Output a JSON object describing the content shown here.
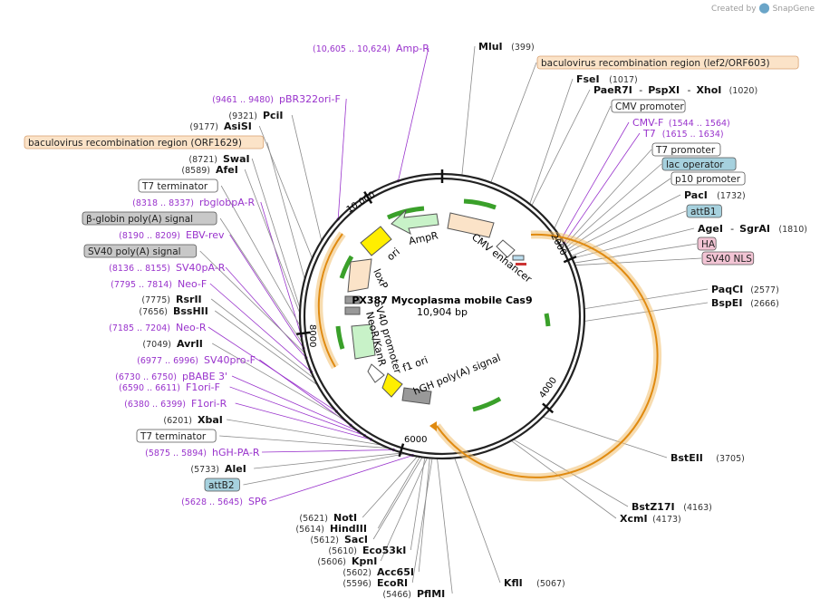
{
  "brand": {
    "prefix": "Created by",
    "name": "SnapGene"
  },
  "plasmid": {
    "name": "PX387 Mycoplasma mobile Cas9",
    "length": "10,904 bp"
  },
  "ticks": [
    "2000",
    "4000",
    "6000",
    "8000",
    "10,000"
  ],
  "features": [
    {
      "label": "CMV enhancer"
    },
    {
      "label": "AmpR"
    },
    {
      "label": "ori"
    },
    {
      "label": "loxP"
    },
    {
      "label": "SV40 promoter"
    },
    {
      "label": "NeoR/KanR"
    },
    {
      "label": "f1 ori"
    },
    {
      "label": "hGH poly(A) signal"
    }
  ],
  "annotations": [
    {
      "name": "MluI",
      "pos": "(399)"
    },
    {
      "name": "baculovirus recombination region (lef2/ORF603)"
    },
    {
      "name": "FseI",
      "pos": "(1017)"
    },
    {
      "name": "PaeR7I",
      "extra": [
        "PspXI",
        "XhoI"
      ],
      "pos": "(1020)"
    },
    {
      "name": "CMV promoter"
    },
    {
      "name": "CMV-F",
      "pos": "(1544 .. 1564)"
    },
    {
      "name": "T7",
      "pos": "(1615 .. 1634)"
    },
    {
      "name": "T7 promoter"
    },
    {
      "name": "lac operator"
    },
    {
      "name": "p10 promoter"
    },
    {
      "name": "PacI",
      "pos": "(1732)"
    },
    {
      "name": "attB1"
    },
    {
      "name": "AgeI",
      "extra": [
        "SgrAI"
      ],
      "pos": "(1810)"
    },
    {
      "name": "HA"
    },
    {
      "name": "SV40 NLS"
    },
    {
      "name": "PaqCI",
      "pos": "(2577)"
    },
    {
      "name": "BspEI",
      "pos": "(2666)"
    },
    {
      "name": "BstEII",
      "pos": "(3705)"
    },
    {
      "name": "BstZ17I",
      "pos": "(4163)"
    },
    {
      "name": "XcmI",
      "pos": "(4173)"
    },
    {
      "name": "KflI",
      "pos": "(5067)"
    },
    {
      "name": "PflMI",
      "pos": "(5466)"
    },
    {
      "name": "EcoRI",
      "pos": "(5596)"
    },
    {
      "name": "Acc65I",
      "pos": "(5602)"
    },
    {
      "name": "KpnI",
      "pos": "(5606)"
    },
    {
      "name": "Eco53kI",
      "pos": "(5610)"
    },
    {
      "name": "SacI",
      "pos": "(5612)"
    },
    {
      "name": "HindIII",
      "pos": "(5614)"
    },
    {
      "name": "NotI",
      "pos": "(5621)"
    },
    {
      "name": "SP6",
      "pos": "(5628 .. 5645)"
    },
    {
      "name": "attB2"
    },
    {
      "name": "AleI",
      "pos": "(5733)"
    },
    {
      "name": "hGH-PA-R",
      "pos": "(5875 .. 5894)"
    },
    {
      "name": "T7 terminator"
    },
    {
      "name": "XbaI",
      "pos": "(6201)"
    },
    {
      "name": "F1ori-R",
      "pos": "(6380 .. 6399)"
    },
    {
      "name": "F1ori-F",
      "pos": "(6590 .. 6611)"
    },
    {
      "name": "pBABE 3'",
      "pos": "(6730 .. 6750)"
    },
    {
      "name": "SV40pro-F",
      "pos": "(6977 .. 6996)"
    },
    {
      "name": "AvrII",
      "pos": "(7049)"
    },
    {
      "name": "Neo-R",
      "pos": "(7185 .. 7204)"
    },
    {
      "name": "BssHII",
      "pos": "(7656)"
    },
    {
      "name": "RsrII",
      "pos": "(7775)"
    },
    {
      "name": "Neo-F",
      "pos": "(7795 .. 7814)"
    },
    {
      "name": "SV40pA-R",
      "pos": "(8136 .. 8155)"
    },
    {
      "name": "SV40 poly(A) signal"
    },
    {
      "name": "EBV-rev",
      "pos": "(8190 .. 8209)"
    },
    {
      "name": "β-globin poly(A) signal"
    },
    {
      "name": "rbglobpA-R",
      "pos": "(8318 .. 8337)"
    },
    {
      "name": "T7 terminator"
    },
    {
      "name": "AfeI",
      "pos": "(8589)"
    },
    {
      "name": "SwaI",
      "pos": "(8721)"
    },
    {
      "name": "baculovirus recombination region (ORF1629)"
    },
    {
      "name": "AsiSI",
      "pos": "(9177)"
    },
    {
      "name": "PciI",
      "pos": "(9321)"
    },
    {
      "name": "pBR322ori-F",
      "pos": "(9461 .. 9480)"
    },
    {
      "name": "Amp-R",
      "pos": "(10,605 .. 10,624)"
    }
  ],
  "colors": {
    "site": "#111111",
    "pos": "#333333",
    "primer": "#9933cc",
    "line": "#8a8a8a",
    "primer_line": "#9933cc",
    "bac_box": "#fbe3c8",
    "bac_border": "#d8a070",
    "gray_box": "#c8c8c8",
    "teal_box": "#a6d1de",
    "pink_box": "#f2c4d4",
    "arrow_green": "#3aa02a",
    "cds_orange": "#f0c070"
  }
}
